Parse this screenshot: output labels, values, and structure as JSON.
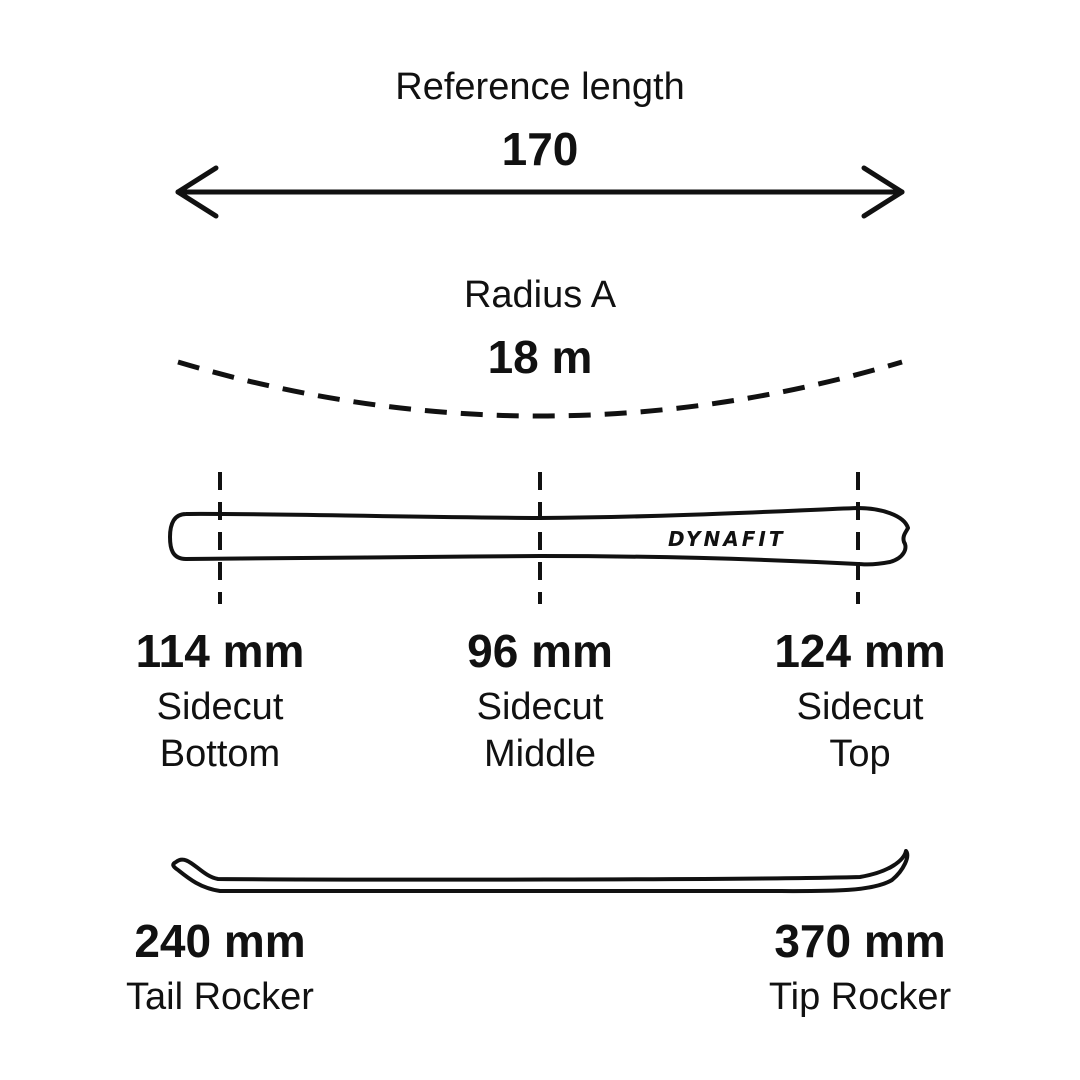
{
  "reference": {
    "label": "Reference length",
    "value": "170"
  },
  "radius": {
    "label": "Radius A",
    "value": "18 m"
  },
  "brand": {
    "logo_text": "DYNAFIT"
  },
  "sidecut": {
    "bottom": {
      "value": "114 mm",
      "line1": "Sidecut",
      "line2": "Bottom"
    },
    "middle": {
      "value": "96 mm",
      "line1": "Sidecut",
      "line2": "Middle"
    },
    "top": {
      "value": "124 mm",
      "line1": "Sidecut",
      "line2": "Top"
    }
  },
  "rocker": {
    "tail": {
      "value": "240 mm",
      "label": "Tail Rocker"
    },
    "tip": {
      "value": "370 mm",
      "label": "Tip Rocker"
    }
  },
  "colors": {
    "ink": "#111111",
    "background": "#ffffff"
  }
}
